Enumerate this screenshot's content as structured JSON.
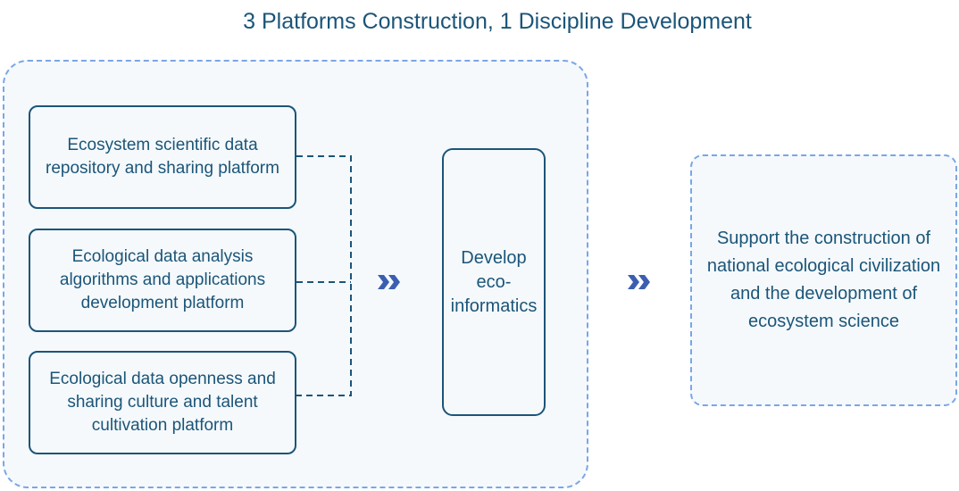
{
  "title": "3 Platforms Construction, 1 Discipline Development",
  "platforms": [
    {
      "label": "Ecosystem scientific data repository and sharing platform"
    },
    {
      "label": "Ecological data analysis algorithms and applications development platform"
    },
    {
      "label": "Ecological data openness and sharing culture and talent cultivation platform"
    }
  ],
  "discipline": {
    "label": "Develop eco-informatics"
  },
  "goal": {
    "label": "Support the construction of national ecological civilization and the development of ecosystem science"
  },
  "arrows": [
    {
      "icon": "double-chevron-right-icon"
    },
    {
      "icon": "double-chevron-right-icon"
    }
  ],
  "colors": {
    "text": "#1b5578",
    "dashed_border": "#7aa6e6",
    "panel_fill": "#f5f9fc",
    "chevron": "#3b5fb0"
  }
}
